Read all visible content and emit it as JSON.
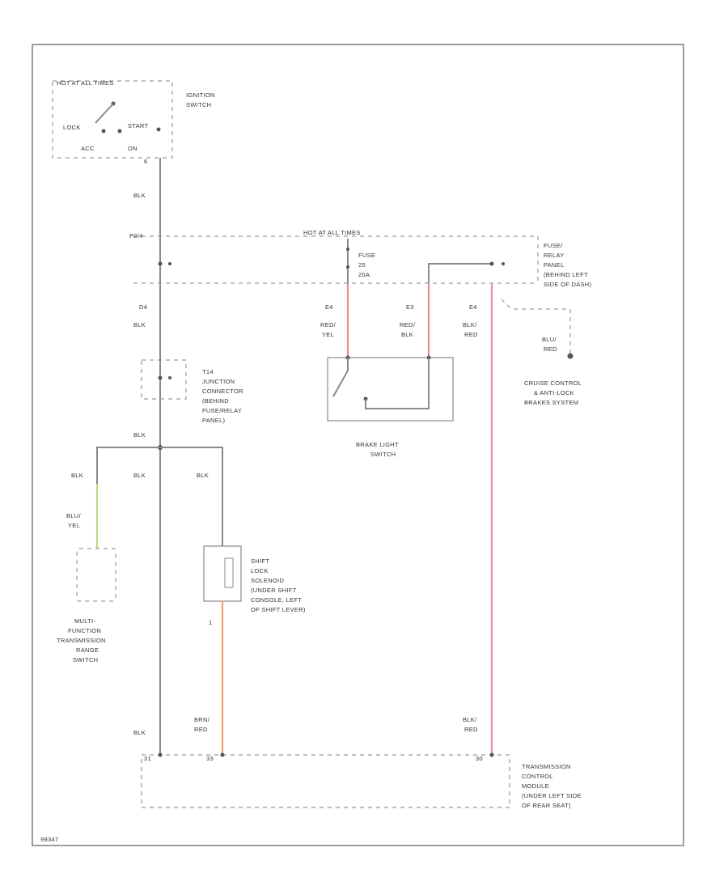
{
  "colors": {
    "wire_blk": "#8a8a8a",
    "wire_red_yel": "#f08a8a",
    "wire_red_blk": "#f08a8a",
    "wire_blk_red": "#e8909a",
    "wire_blu_yel": "#b8dc8a",
    "wire_brn_red": "#f0a070"
  },
  "ignition": {
    "header": "HOT AT ALL TIMES",
    "title_line1": "IGNITION",
    "title_line2": "SWITCH",
    "lock": "LOCK",
    "start": "START",
    "acc": "ACC",
    "on": "ON",
    "pin": "6"
  },
  "fuse_panel": {
    "header": "HOT AT ALL TIMES",
    "pin_left": "P2/4",
    "fuse_line1": "FUSE",
    "fuse_line2": "25",
    "fuse_line3": "20A",
    "title_line1": "FUSE/",
    "title_line2": "RELAY",
    "title_line3": "PANEL",
    "title_line4": "(BEHIND LEFT",
    "title_line5": "SIDE OF DASH)"
  },
  "wire_labels": {
    "blk_1": "BLK",
    "blk_2": "BLK",
    "blk_3": "BLK",
    "blk_4": "BLK",
    "blk_5": "BLK",
    "blk_6": "BLK",
    "blk_7": "BLK",
    "d4": "D4",
    "e4": "E4",
    "e3": "E3",
    "e4b": "E4",
    "red_yel_1": "RED/",
    "red_yel_2": "YEL",
    "red_blk_1": "RED/",
    "red_blk_2": "BLK",
    "blk_red_1a": "BLK/",
    "blk_red_1b": "RED",
    "blu_red_1": "BLU/",
    "blu_red_2": "RED",
    "blu_yel_1": "BLU/",
    "blu_yel_2": "YEL",
    "brn_red_1": "BRN/",
    "brn_red_2": "RED",
    "blk_red_2a": "BLK/",
    "blk_red_2b": "RED",
    "pin_1": "1"
  },
  "junction": {
    "line1": "T14",
    "line2": "JUNCTION",
    "line3": "CONNECTOR",
    "line4": "(BEHIND",
    "line5": "FUSE/RELAY",
    "line6": "PANEL)"
  },
  "brake_switch": {
    "line1": "BRAKE LIGHT",
    "line2": "SWITCH"
  },
  "cruise": {
    "line1": "CRUISE CONTROL",
    "line2": "& ANTI-LOCK",
    "line3": "BRAKES SYSTEM"
  },
  "mfts": {
    "line1": "MULTI-",
    "line2": "FUNCTION",
    "line3": "TRANSMISSION",
    "line4": "RANGE",
    "line5": "SWITCH"
  },
  "solenoid": {
    "line1": "SHIFT",
    "line2": "LOCK",
    "line3": "SOLENOID",
    "line4": "(UNDER SHIFT",
    "line5": "CONSOLE, LEFT",
    "line6": "OF SHIFT LEVER)"
  },
  "tcm": {
    "line1": "TRANSMISSION",
    "line2": "CONTROL",
    "line3": "MODULE",
    "line4": "(UNDER LEFT SIDE",
    "line5": "OF REAR SEAT)",
    "pin_a": "31",
    "pin_b": "33",
    "pin_c": "30"
  },
  "footer_code": "99347"
}
